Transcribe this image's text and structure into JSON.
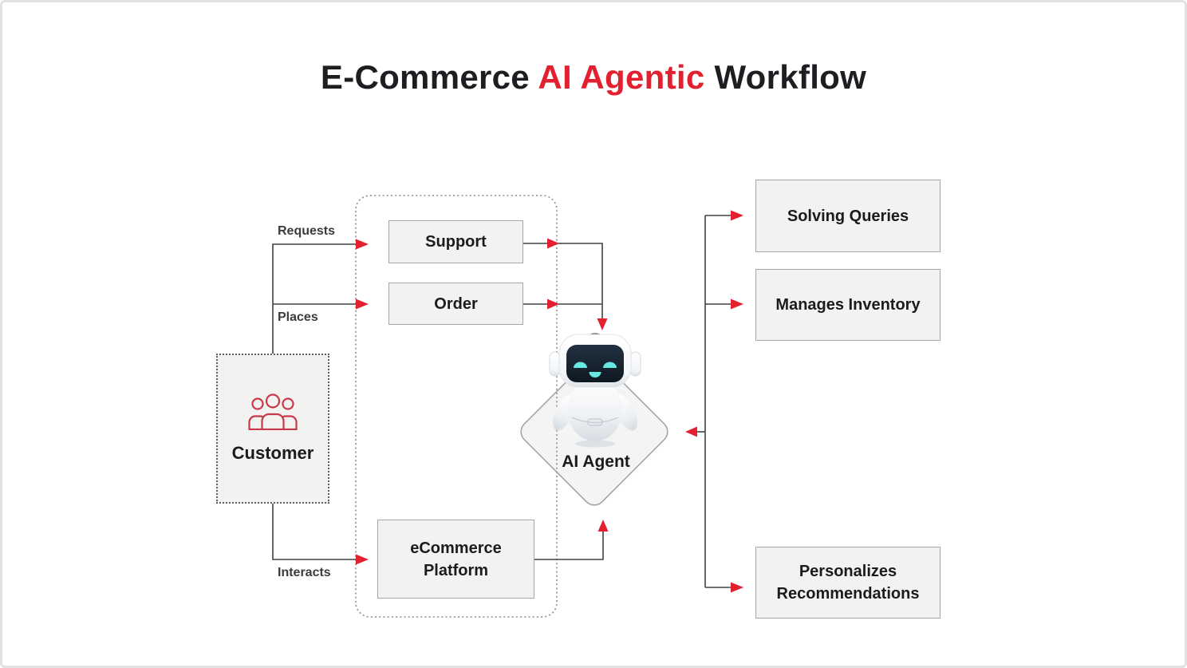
{
  "title": {
    "prefix": "E-Commerce ",
    "highlight": "AI Agentic",
    "suffix": " Workflow"
  },
  "nodes": {
    "customer": {
      "label": "Customer",
      "icon": "people-icon"
    },
    "support": {
      "label": "Support"
    },
    "order": {
      "label": "Order"
    },
    "platform": {
      "label": "eCommerce Platform"
    },
    "agent": {
      "label": "AI Agent",
      "icon": "robot-icon"
    },
    "solving_queries": {
      "label": "Solving Queries"
    },
    "manages_inventory": {
      "label": "Manages Inventory"
    },
    "personalizes": {
      "label": "Personalizes Recommendations"
    }
  },
  "edge_labels": {
    "requests": "Requests",
    "places": "Places",
    "interacts": "Interacts"
  },
  "colors": {
    "accent_red": "#e2202f",
    "icon_red": "#c9394a",
    "text_dark": "#1b1b1f",
    "label_gray": "#3b3b40",
    "box_fill": "#f2f2f1",
    "box_border": "#a6a6a6",
    "connector_line": "#3e4443",
    "dashed_border": "#8c8c8c",
    "diamond_fill": "#f4f4f4",
    "screen_navy": "#16222e",
    "eye_cyan": "#67e8e1"
  }
}
